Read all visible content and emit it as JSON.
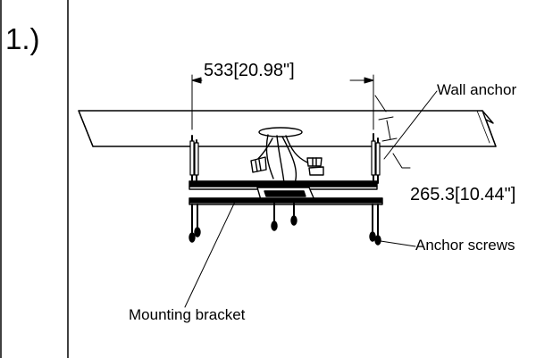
{
  "step_label": "1.)",
  "labels": {
    "width_dimension": "533[20.98\"]",
    "wall_anchor": "Wall anchor",
    "height_dimension": "265.3[10.44\"]",
    "anchor_screws": "Anchor screws",
    "mounting_bracket": "Mounting bracket"
  },
  "colors": {
    "line": "#000000",
    "background": "#ffffff"
  }
}
